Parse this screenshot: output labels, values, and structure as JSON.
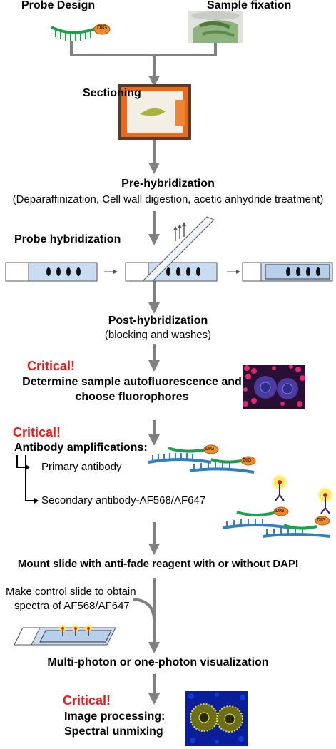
{
  "steps": {
    "probe_design": "Probe Design",
    "sample_fixation": "Sample fixation",
    "sectioning": "Sectioning",
    "prehyb_title": "Pre-hybridization",
    "prehyb_detail": "(Deparaffinization, Cell wall digestion, acetic anhydride treatment)",
    "probe_hyb": "Probe hybridization",
    "posthyb_title": "Post-hybridization",
    "posthyb_detail": "(blocking and washes)",
    "autofluor_line1": "Determine sample autofluorescence and",
    "autofluor_line2": "choose fluorophores",
    "antibody_title": "Antibody amplifications:",
    "primary_antibody": "Primary antibody",
    "secondary_antibody": "Secondary antibody-AF568/AF647",
    "mount": "Mount slide with anti-fade reagent with or without DAPI",
    "control_line1": "Make control slide to obtain",
    "control_line2": "spectra of AF568/AF647",
    "visualization": "Multi-photon or one-photon visualization",
    "processing_line1": "Image processing:",
    "processing_line2": "Spectral unmixing"
  },
  "critical_label": "Critical!",
  "dig_label": "DIG",
  "colors": {
    "arrow": "#808080",
    "critical": "#e8191b",
    "probe_green": "#1ea04a",
    "strand_blue": "#2f7fc1",
    "dig_orange": "#f08a24",
    "slide_blue": "#c9dcf1"
  }
}
